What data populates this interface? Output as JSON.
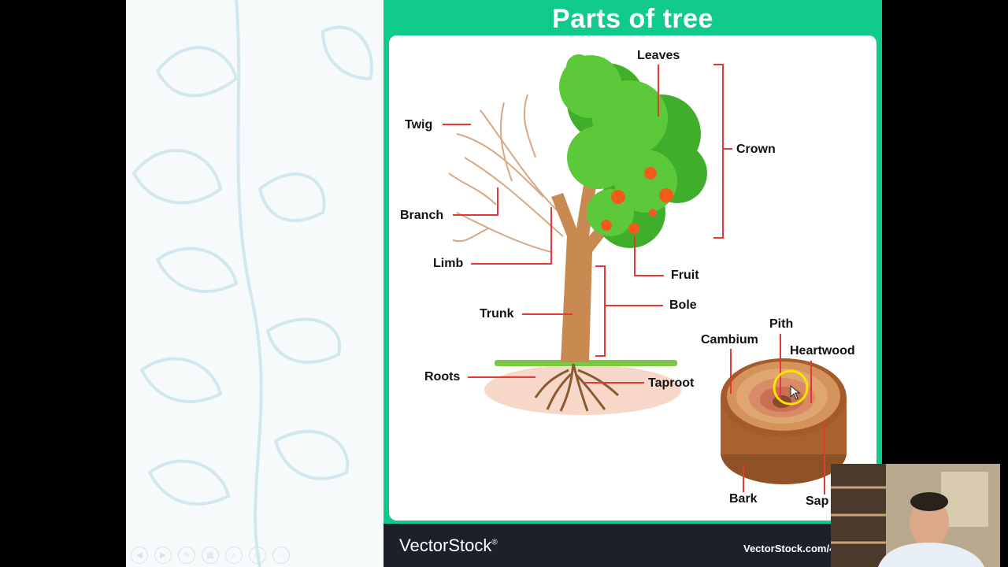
{
  "slide": {
    "title": "Parts of tree",
    "footer_brand": "VectorStock",
    "footer_brand_mark": "®",
    "footer_url": "VectorStock.com/4"
  },
  "labels": {
    "leaves": "Leaves",
    "twig": "Twig",
    "crown": "Crown",
    "branch": "Branch",
    "limb": "Limb",
    "fruit": "Fruit",
    "bole": "Bole",
    "trunk": "Trunk",
    "roots": "Roots",
    "taproot": "Taproot",
    "pith": "Pith",
    "cambium": "Cambium",
    "heartwood": "Heartwood",
    "bark": "Bark",
    "sapwood": "Sap"
  },
  "icons": {
    "controls": [
      "prev-icon",
      "next-icon",
      "pen-icon",
      "slides-icon",
      "zoom-icon",
      "subtitle-icon",
      "more-icon"
    ]
  },
  "colors": {
    "slide_bg": "#0fca8c",
    "panel_bg": "#ffffff",
    "footer_bg": "#1d1f2b",
    "pointer_line": "#e53935",
    "leaf_green": "#5cc93b",
    "trunk_brown": "#c98a52",
    "fruit_orange": "#f35b1c",
    "highlight": "#ffe000"
  }
}
